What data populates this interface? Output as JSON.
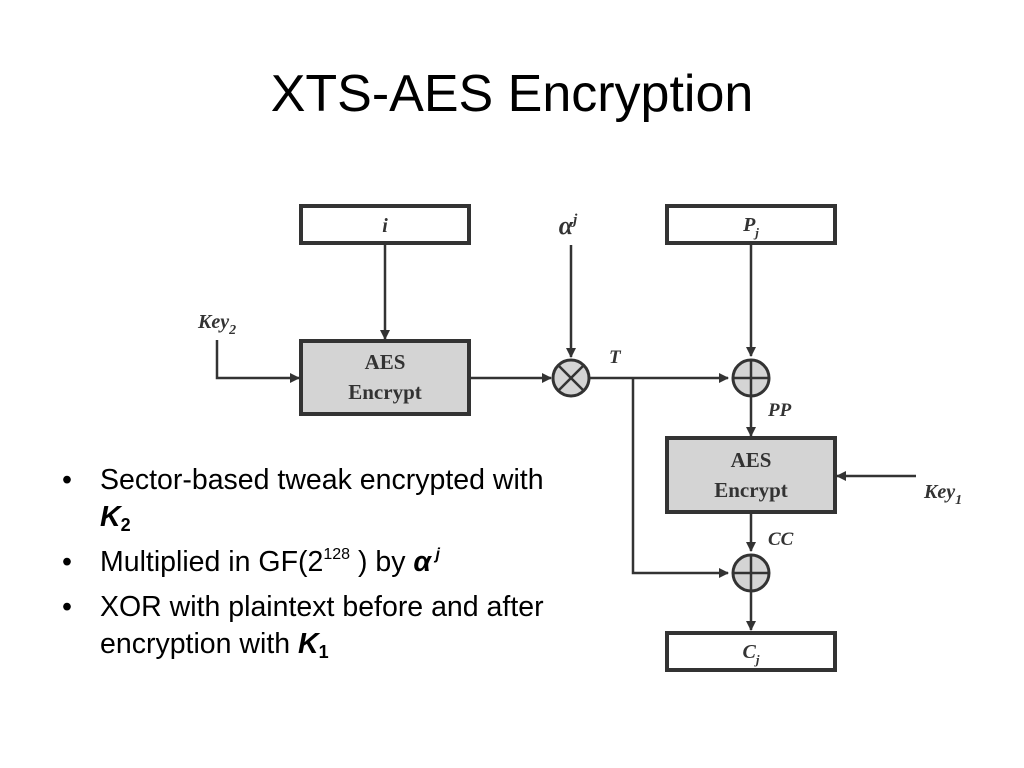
{
  "slide": {
    "title": "XTS-AES Encryption"
  },
  "diagram": {
    "input_i_label": "i",
    "alpha_base": "α",
    "alpha_exp": "j",
    "plaintext_base": "P",
    "plaintext_sub": "j",
    "key2_base": "Key",
    "key2_sub": "2",
    "aes_top_line1": "AES",
    "aes_top_line2": "Encrypt",
    "tweak_label": "T",
    "pp_label": "PP",
    "aes_bottom_line1": "AES",
    "aes_bottom_line2": "Encrypt",
    "key1_base": "Key",
    "key1_sub": "1",
    "cc_label": "CC",
    "ciphertext_base": "C",
    "ciphertext_sub": "j",
    "colors": {
      "box_fill": "#d4d4d4",
      "stroke": "#333333"
    }
  },
  "bullets": {
    "b1_text": "Sector-based tweak encrypted with ",
    "b1_key": "K",
    "b1_sub": "2",
    "b2_text": "Multiplied in GF(2",
    "b2_sup": "128",
    "b2_mid": " ) by ",
    "b2_alpha": "α",
    "b2_alpha_sup": " j",
    "b3_text": "XOR with plaintext before and after encryption with ",
    "b3_key": "K",
    "b3_sub": "1"
  }
}
